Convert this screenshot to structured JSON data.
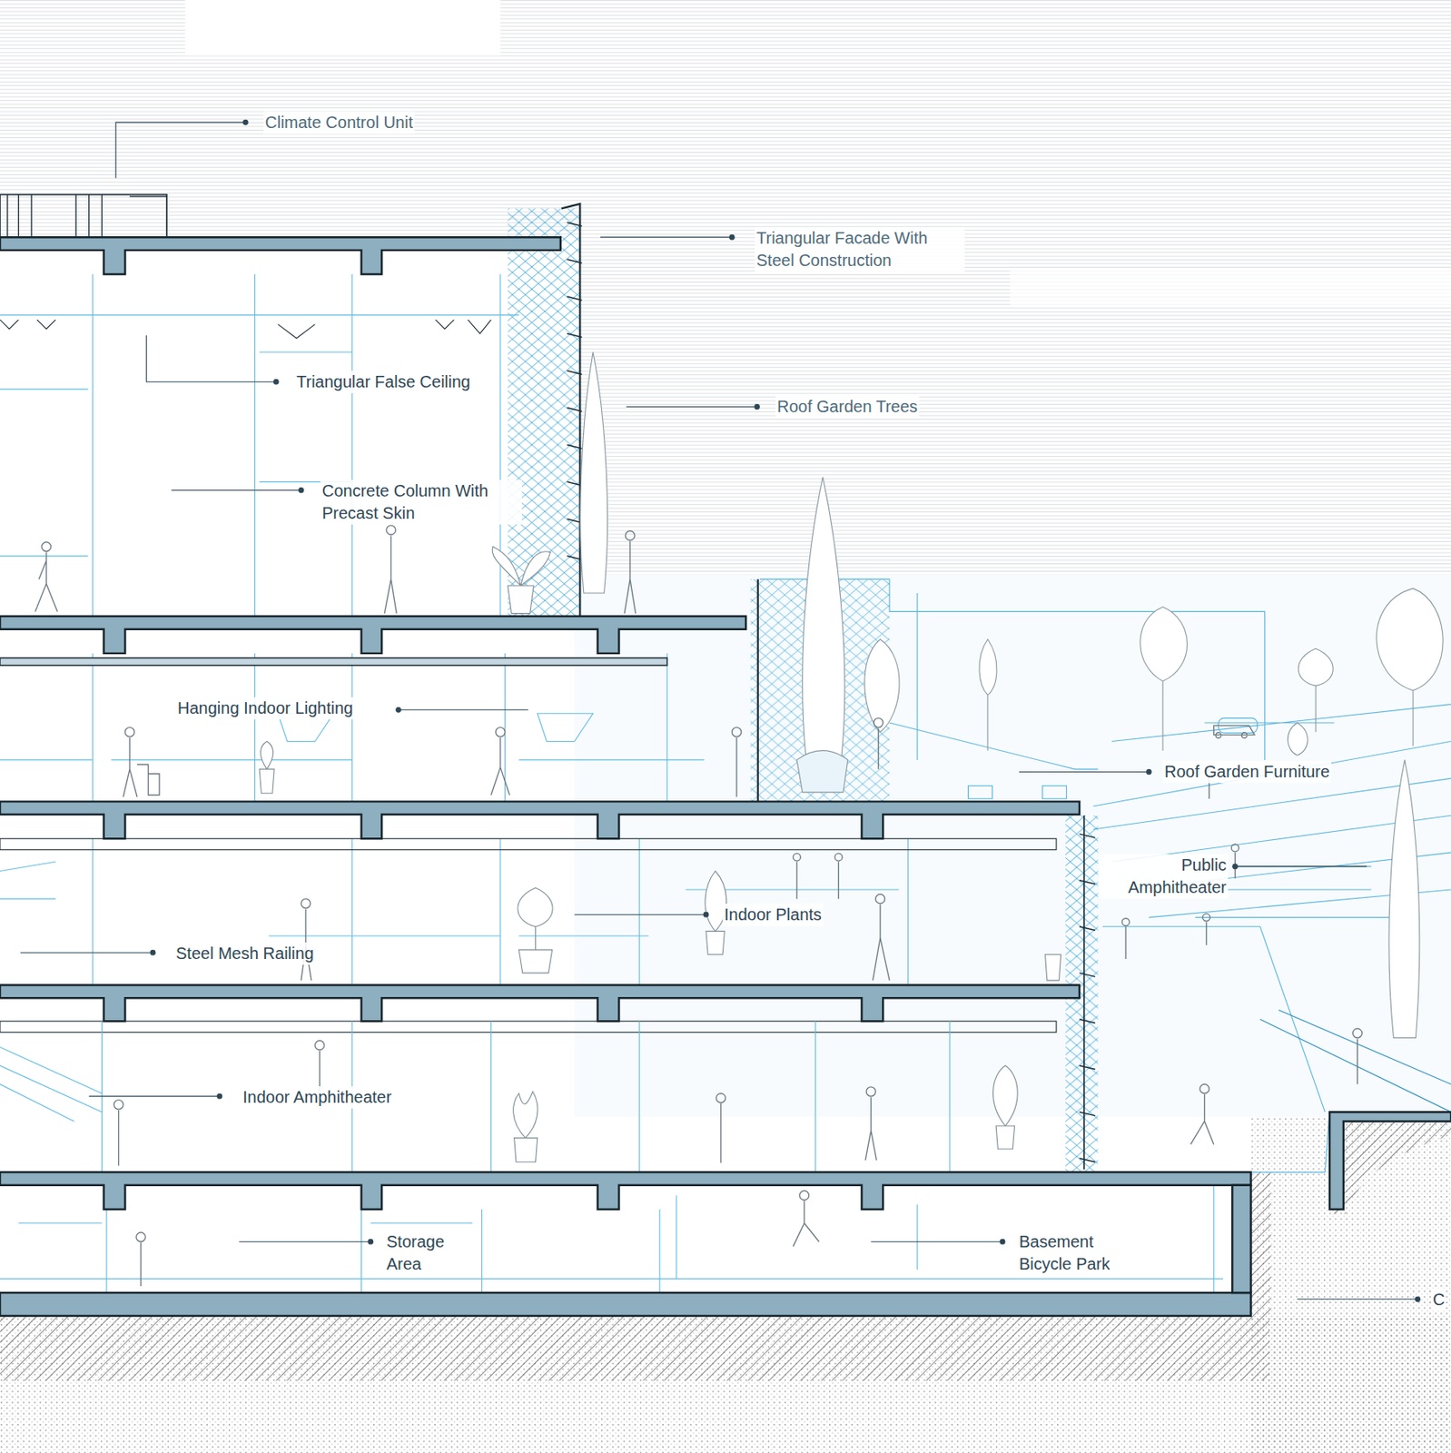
{
  "diagram": {
    "labels": [
      "Climate Control Unit",
      "Triangular Facade With Steel Construction",
      "Triangular False Ceiling",
      "Roof Garden Trees",
      "Concrete Column With Precast Skin",
      "Hanging Indoor Lighting",
      "Roof Garden Furniture",
      "Public Amphitheater",
      "Indoor Plants",
      "Steel Mesh Railing",
      "Indoor Amphitheater",
      "Storage Area",
      "Basement Bicycle Park",
      "C"
    ]
  }
}
